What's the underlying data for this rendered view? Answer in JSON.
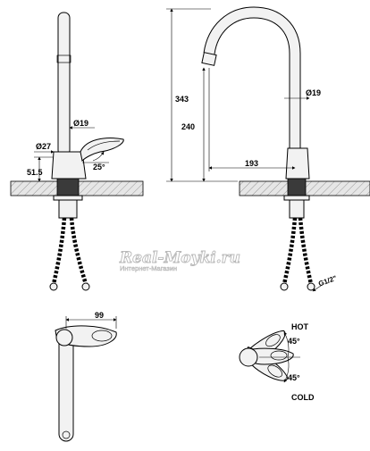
{
  "dimensions": {
    "pipe_diameter_front": "Ø19",
    "body_diameter": "Ø27",
    "mount_height": "51.5",
    "lever_angle": "25°",
    "total_height": "343",
    "spout_height": "240",
    "spout_diameter_side": "Ø19",
    "spout_reach": "193",
    "thread": "G1/2\"",
    "lever_length": "99"
  },
  "temperature": {
    "hot_label": "HOT",
    "cold_label": "COLD",
    "hot_angle": "45°",
    "cold_angle": "45°"
  },
  "watermark": {
    "brand": "Real-Moyki.ru",
    "tagline": "Интернет-Магазин"
  }
}
